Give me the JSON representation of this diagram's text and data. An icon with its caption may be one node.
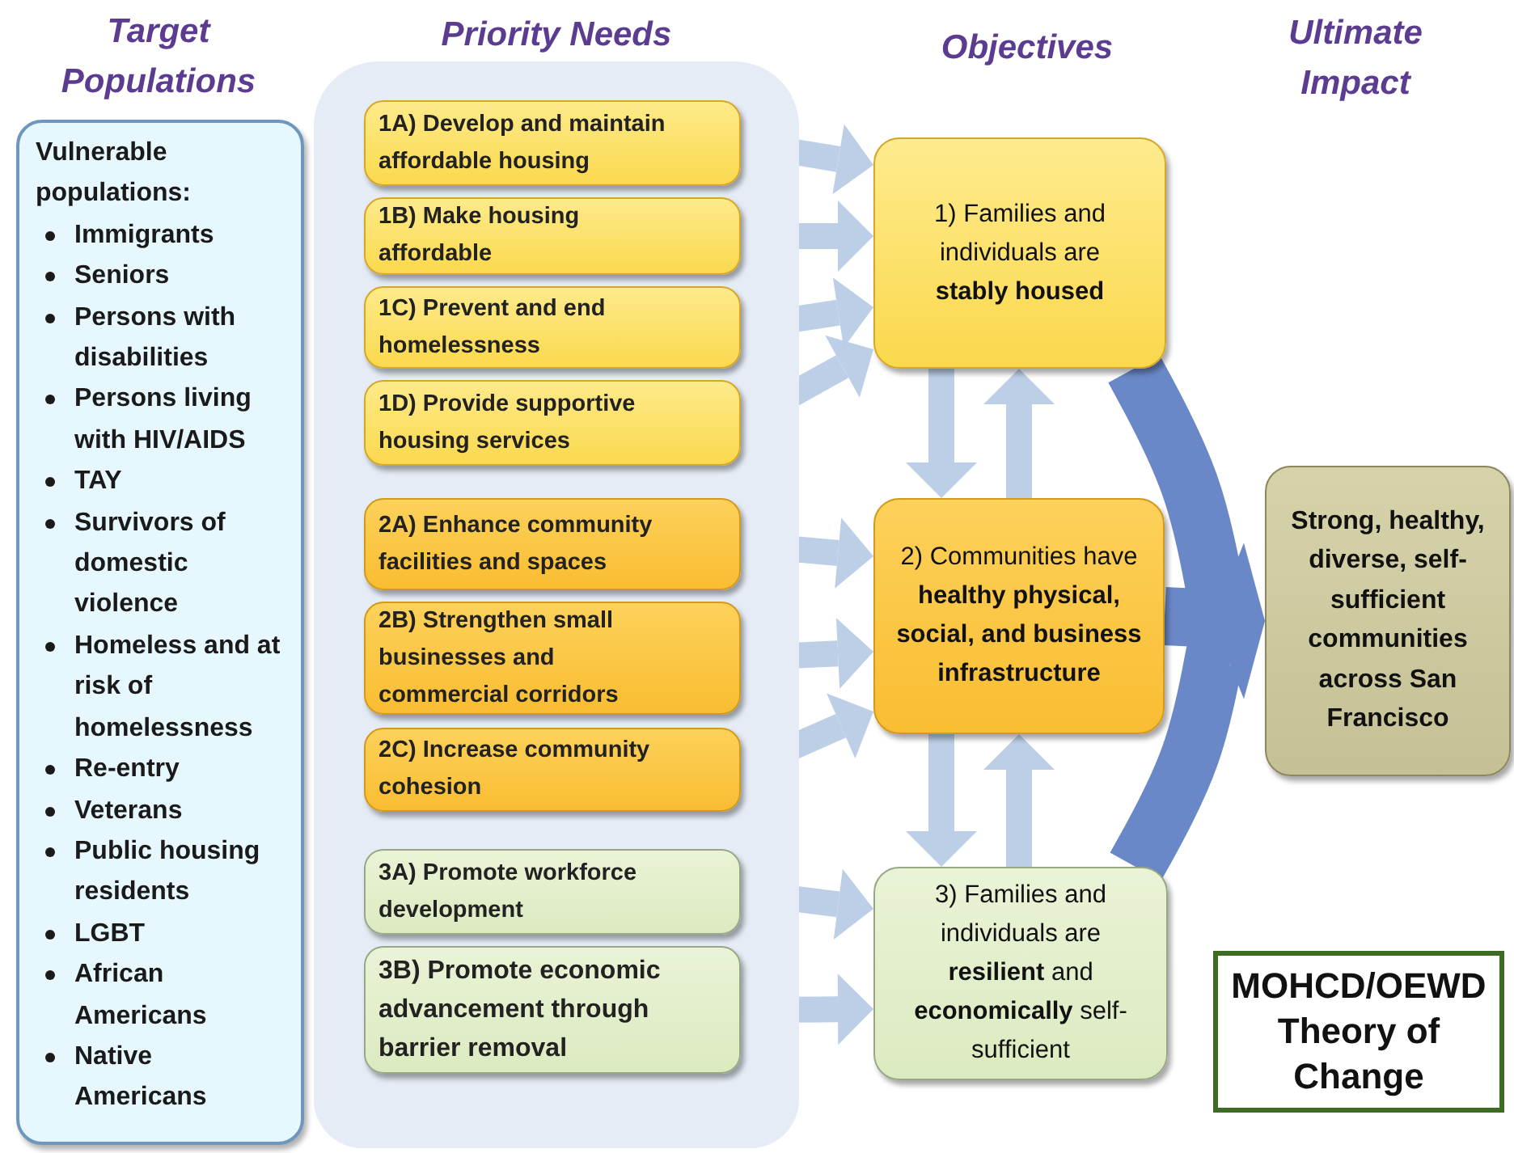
{
  "diagram": {
    "nodes": [
      {
        "text": [
          "Target Populations",
          "Vulnerable populations:",
          "Immigrants",
          "Seniors",
          "Persons with disabilities",
          "Persons living with HIV/AIDS",
          "TAY",
          "Survivors of domestic violence",
          "Homeless and at risk of homelessness",
          "Re-entry",
          "Veterans",
          "Public housing residents",
          "LGBT",
          "African Americans",
          "Native Americans"
        ]
      },
      {
        "text": [
          "Priority Needs"
        ]
      },
      {
        "text": [
          "1A) Develop and maintain affordable housing"
        ],
        "in": 1
      },
      {
        "text": [
          "1B) Make housing affordable"
        ],
        "in": 1
      },
      {
        "text": [
          "1C) Prevent and end homelessness"
        ],
        "in": 1
      },
      {
        "text": [
          "1D) Provide supportive housing services"
        ],
        "in": 1
      },
      {
        "text": [
          "2A) Enhance community facilities and spaces"
        ],
        "in": 1
      },
      {
        "text": [
          "2B) Strengthen small businesses and commercial corridors"
        ],
        "in": 1
      },
      {
        "text": [
          "2C) Increase community cohesion"
        ],
        "in": 1
      },
      {
        "text": [
          "3A) Promote workforce development"
        ],
        "in": 1
      },
      {
        "text": [
          "3B) Promote economic advancement through barrier removal"
        ],
        "in": 1
      },
      {
        "text": [
          "1) Families and individuals are **stably housed**"
        ]
      },
      {
        "text": [
          "2) Communities have **healthy physical, social, and business infrastructure**"
        ]
      },
      {
        "text": [
          "3) Families and individuals are **resilient** and **economically** self-sufficient"
        ]
      },
      {
        "text": [
          "Strong, healthy, diverse, self-sufficient communities across San Francisco"
        ]
      },
      {
        "text": [
          "MOHCD/OEWD Theory of Change"
        ]
      }
    ],
    "edges": [
      {
        "from": 2,
        "to": 11,
        "arrow": "to"
      },
      {
        "from": 3,
        "to": 11,
        "arrow": "to"
      },
      {
        "from": 4,
        "to": 11,
        "arrow": "to"
      },
      {
        "from": 5,
        "to": 11,
        "arrow": "to"
      },
      {
        "from": 6,
        "to": 12,
        "arrow": "to"
      },
      {
        "from": 7,
        "to": 12,
        "arrow": "to"
      },
      {
        "from": 8,
        "to": 12,
        "arrow": "to"
      },
      {
        "from": 9,
        "to": 13,
        "arrow": "to"
      },
      {
        "from": 10,
        "to": 13,
        "arrow": "to"
      },
      {
        "from": 11,
        "to": 12,
        "arrow": "to"
      },
      {
        "from": 12,
        "to": 11,
        "arrow": "to"
      },
      {
        "from": 12,
        "to": 13,
        "arrow": "to"
      },
      {
        "from": 13,
        "to": 12,
        "arrow": "to"
      },
      {
        "from": 11,
        "to": 14,
        "arrow": "to",
        "style": "thick",
        "color": "#6a88c8"
      },
      {
        "from": 12,
        "to": 14,
        "arrow": "to",
        "style": "thick",
        "color": "#6a88c8"
      },
      {
        "from": 13,
        "to": 14,
        "arrow": "to",
        "style": "thick",
        "color": "#6a88c8"
      }
    ],
    "labels": [
      "Objectives",
      "Ultimate Impact"
    ]
  }
}
